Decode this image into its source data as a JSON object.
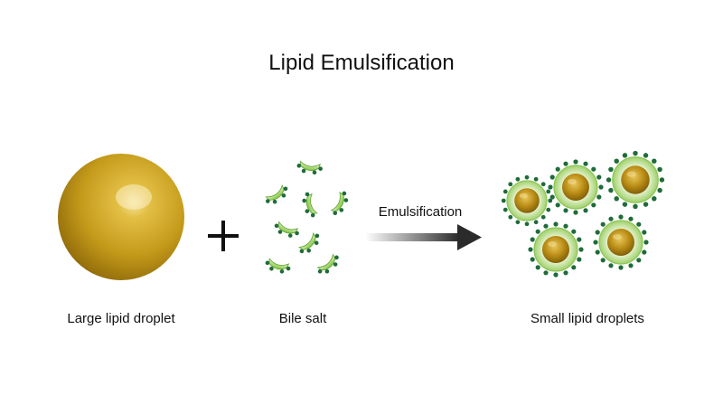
{
  "title": "Lipid Emulsification",
  "labels": {
    "large_droplet": "Large lipid droplet",
    "bile_salt": "Bile salt",
    "arrow": "Emulsification",
    "small_droplets": "Small lipid droplets"
  },
  "colors": {
    "lipid_gold": "#c9a11f",
    "lipid_dark": "#7a5a08",
    "bile_green_light": "#c8e6a0",
    "bile_green": "#7cbf3a",
    "bile_head": "#1f6b3a",
    "arrow_dark": "#333333",
    "text": "#111111"
  },
  "icons": {
    "operator": "plus-icon",
    "process": "arrow-right-icon"
  }
}
